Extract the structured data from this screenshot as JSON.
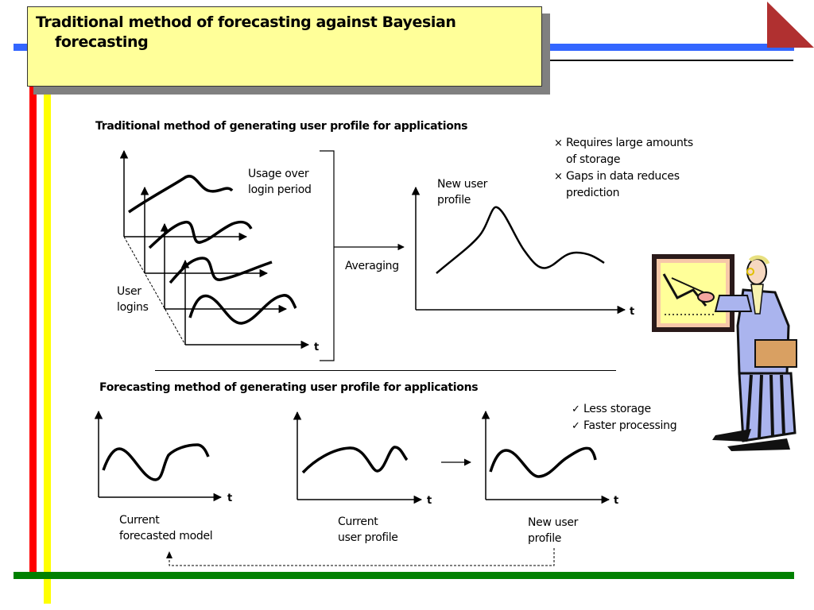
{
  "slide": {
    "title": "Traditional method of forecasting against Bayesian forecasting",
    "colors": {
      "title_box": "#ffff99",
      "title_shadow": "#808080",
      "bar_red": "#ff0000",
      "bar_yellow": "#ffff00",
      "bar_blue": "#3366ff",
      "bar_green": "#008000",
      "corner_triangle": "#b03030"
    }
  },
  "traditional": {
    "heading": "Traditional method of generating user profile for applications",
    "stack_label": "Usage over login period",
    "stack_label_line1": "Usage over",
    "stack_label_line2": "login period",
    "logins_label_line1": "User",
    "logins_label_line2": "logins",
    "axis_t": "t",
    "averaging_label": "Averaging",
    "result_label_line1": "New user",
    "result_label_line2": "profile",
    "result_axis_t": "t",
    "drawbacks": [
      {
        "mark": "×",
        "line1": "Requires large amounts",
        "line2": "of storage"
      },
      {
        "mark": "×",
        "line1": "Gaps in data reduces",
        "line2": "prediction"
      }
    ]
  },
  "forecasting": {
    "heading": "Forecasting method of generating user profile for applications",
    "panels": [
      {
        "label_line1": "Current",
        "label_line2": "forecasted model",
        "axis_t": "t"
      },
      {
        "label_line1": "Current",
        "label_line2": "user profile",
        "axis_t": "t"
      },
      {
        "label_line1": "New user",
        "label_line2": "profile",
        "axis_t": "t"
      }
    ],
    "benefits": [
      {
        "mark": "✓",
        "text": "Less storage"
      },
      {
        "mark": "✓",
        "text": "Faster processing"
      }
    ]
  },
  "illustration": {
    "name": "presenter-clipart",
    "description": "Man in glasses pointing at chart on easel"
  }
}
